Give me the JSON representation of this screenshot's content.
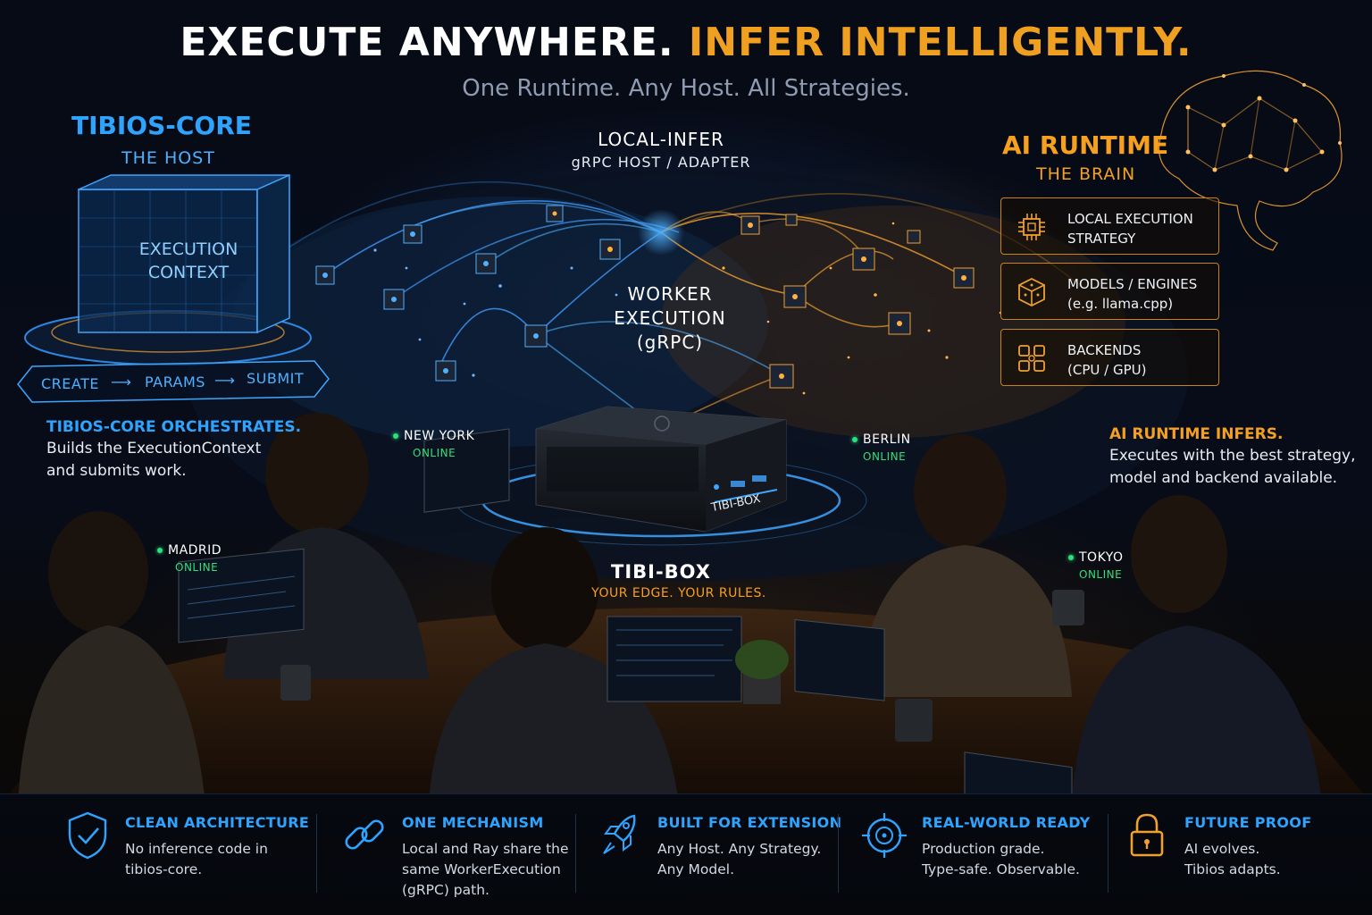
{
  "headline": {
    "part1": "EXECUTE ANYWHERE.",
    "part2": "INFER INTELLIGENTLY."
  },
  "tagline": "One Runtime. Any Host. All Strategies.",
  "left": {
    "title": "TIBIOS-CORE",
    "subtitle": "THE HOST",
    "cube_label_1": "EXECUTION",
    "cube_label_2": "CONTEXT",
    "steps": [
      "CREATE",
      "PARAMS",
      "SUBMIT"
    ],
    "desc_title": "TIBIOS-CORE ORCHESTRATES.",
    "desc_line1": "Builds the ExecutionContext",
    "desc_line2": "and submits work."
  },
  "center": {
    "local_title": "LOCAL-INFER",
    "local_sub": "gRPC HOST / ADAPTER",
    "worker_1": "WORKER",
    "worker_2": "EXECUTION",
    "worker_3": "(gRPC)",
    "box_title": "TIBI-BOX",
    "box_sub": "YOUR EDGE. YOUR RULES.",
    "box_device_label": "TIBI-BOX"
  },
  "right": {
    "title": "AI RUNTIME",
    "subtitle": "THE BRAIN",
    "cards": [
      {
        "icon": "chip-icon",
        "line1": "LOCAL EXECUTION",
        "line2": "STRATEGY"
      },
      {
        "icon": "cube-icon",
        "line1": "MODELS / ENGINES",
        "line2": "(e.g. llama.cpp)"
      },
      {
        "icon": "grid-icon",
        "line1": "BACKENDS",
        "line2": "(CPU / GPU)"
      }
    ],
    "desc_title": "AI RUNTIME INFERS.",
    "desc_line1": "Executes with the best strategy,",
    "desc_line2": "model and backend available."
  },
  "cities": [
    {
      "name": "NEW YORK",
      "status": "ONLINE"
    },
    {
      "name": "BERLIN",
      "status": "ONLINE"
    },
    {
      "name": "MADRID",
      "status": "ONLINE"
    },
    {
      "name": "TOKYO",
      "status": "ONLINE"
    }
  ],
  "features": [
    {
      "icon": "shield-check-icon",
      "title": "CLEAN ARCHITECTURE",
      "line1": "No inference code in",
      "line2": "tibios-core.",
      "line3": ""
    },
    {
      "icon": "link-icon",
      "title": "ONE MECHANISM",
      "line1": "Local and Ray share the",
      "line2": "same WorkerExecution",
      "line3": "(gRPC) path."
    },
    {
      "icon": "rocket-icon",
      "title": "BUILT FOR EXTENSION",
      "line1": "Any Host. Any Strategy.",
      "line2": "Any Model.",
      "line3": ""
    },
    {
      "icon": "target-icon",
      "title": "REAL-WORLD READY",
      "line1": "Production grade.",
      "line2": "Type-safe. Observable.",
      "line3": ""
    },
    {
      "icon": "lock-icon",
      "title": "FUTURE PROOF",
      "line1": "AI evolves.",
      "line2": "Tibios adapts.",
      "line3": ""
    }
  ],
  "colors": {
    "accent_blue": "#2fa4ff",
    "accent_orange": "#f5a020",
    "online_green": "#2ee07a",
    "background": "#05080f"
  }
}
